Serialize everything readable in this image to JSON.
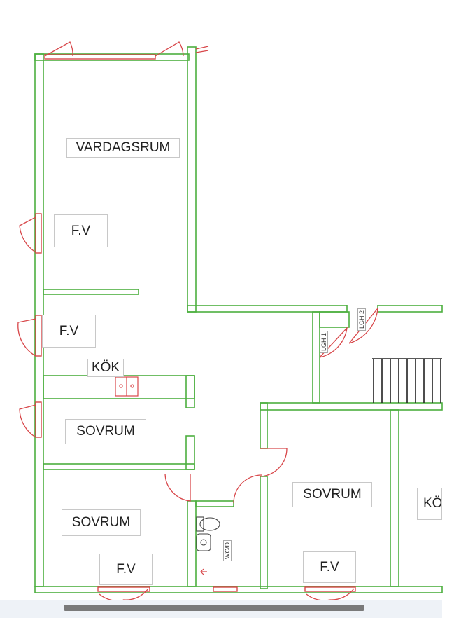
{
  "rooms": {
    "vardagsrum": "VARDAGSRUM",
    "fv_1": "F.V",
    "fv_2": "F.V",
    "kok": "KÖK",
    "sovrum_1": "SOVRUM",
    "sovrum_2": "SOVRUM",
    "fv_3": "F.V",
    "sovrum_3": "SOVRUM",
    "fv_4": "F.V",
    "kok_cut": "KÖK"
  },
  "small_labels": {
    "lgh1": "LGH 1",
    "lgh2": "LGH 2",
    "wc": "WC/D"
  },
  "colors": {
    "wall": "#4caf3f",
    "door": "#d8474a",
    "stairs": "#222222",
    "background": "#ffffff"
  }
}
